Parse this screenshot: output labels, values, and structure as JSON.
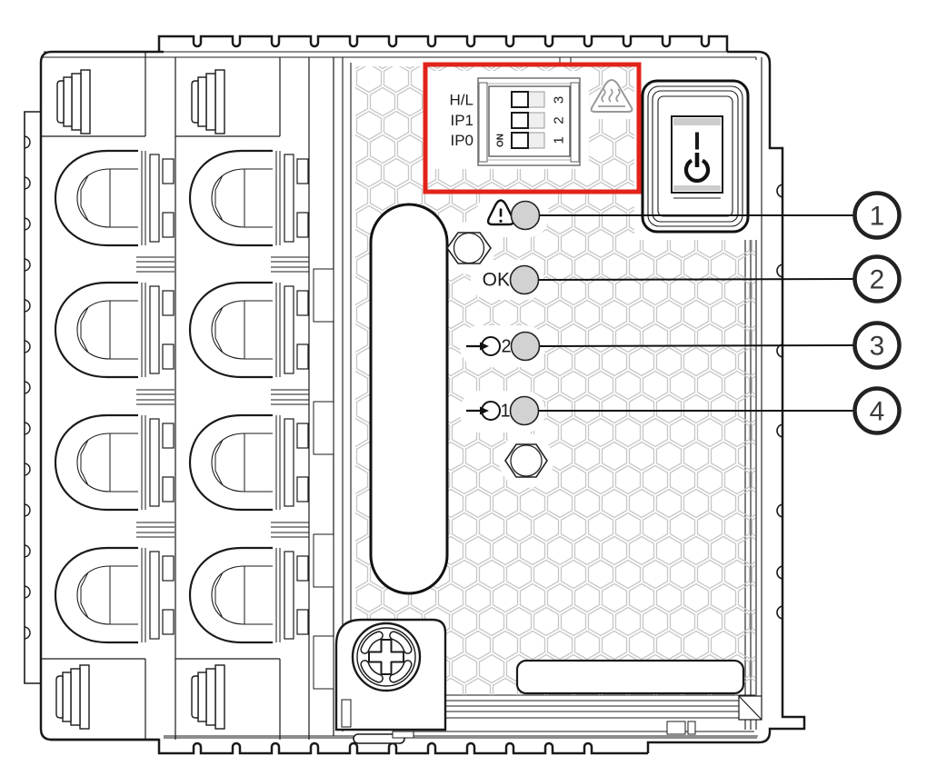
{
  "figure": {
    "description": "Front view line drawing of a power-supply module: highlighted DIP switch block, power switch, four status LEDs with numbered callouts",
    "colors": {
      "line": "#1a1a1a",
      "highlight_red": "#e2231a",
      "hex_pattern": "#c7c7c7",
      "led_fill": "#d2d2d2",
      "gray_detail": "#999999"
    },
    "dip_switch": {
      "row_labels": [
        "H/L",
        "IP1",
        "IP0"
      ],
      "on_label": "ON",
      "pin_numbers": [
        "3",
        "2",
        "1"
      ]
    },
    "power_switch": {
      "on_marking": "I",
      "standby_icon": "power-standby"
    },
    "leds": [
      {
        "icon": "warning",
        "label": "",
        "callout": "1"
      },
      {
        "icon": "",
        "label": "OK",
        "callout": "2"
      },
      {
        "icon": "input-arrow",
        "label": "2",
        "callout": "3"
      },
      {
        "icon": "input-arrow",
        "label": "1",
        "callout": "4"
      }
    ]
  }
}
